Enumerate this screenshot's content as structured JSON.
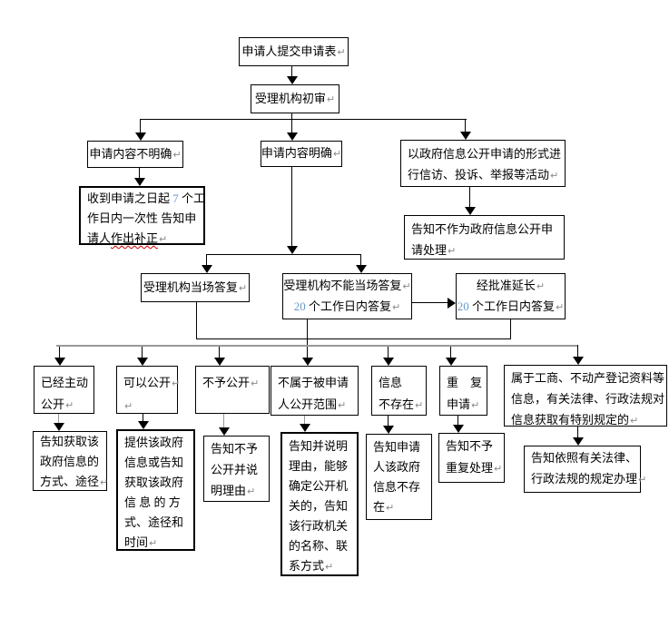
{
  "glyphs": {
    "pilcrow": "↵"
  },
  "colors": {
    "digit_blue": "#6699cc",
    "distributor_gray": "#999999",
    "wavy_red": "#cc0000",
    "pilcrow_gray": "#8a8a8a",
    "line_black": "#000000"
  },
  "nodes": {
    "submit": {
      "text": "申请人提交申请表"
    },
    "review": {
      "text": "受理机构初审"
    },
    "unclear": {
      "text": "申请内容不明确"
    },
    "clear": {
      "text": "申请内容明确"
    },
    "petition": {
      "text": "以政府信息公开申请的形式进\n行信访、投诉、举报等活动"
    },
    "supplement": {
      "pre": "收到申请之日起 ",
      "num": "7",
      "mid": " 个工\n作日内一次性 告知申\n请人",
      "tail": "作出补正"
    },
    "not_as_request": {
      "text": "告知不作为政府信息公开申\n请处理"
    },
    "onspot": {
      "text": "受理机构当场答复"
    },
    "within20": {
      "line1": "受理机构不能当场答复",
      "num": "20",
      "line2": " 个工作日内答复"
    },
    "extend20": {
      "line1": "经批准延长",
      "num": "20",
      "line2": " 个工作日内答复"
    },
    "already_public": {
      "text": "已经主动\n公开"
    },
    "can_public": {
      "text": "可以公开"
    },
    "no_public": {
      "text": "不予公开"
    },
    "not_in_scope": {
      "text": "不属于被申请\n人公开范围"
    },
    "not_exist": {
      "text": "信息\n不存在"
    },
    "repeated": {
      "text": "重　复\n申请"
    },
    "special_rule": {
      "text": "属于工商、不动产登记资料等\n信息，有关法律、行政法规对\n信息获取有特别规定的"
    },
    "tell_way": {
      "text": "告知获取该\n政府信息的\n方式、途径"
    },
    "provide": {
      "text": "提供该政府\n信息或告知\n获取该政府\n信 息 的 方\n式、途径和\n时间"
    },
    "tell_refusal": {
      "text": "告知不予\n公开并说\n明理由"
    },
    "tell_authority": {
      "text": "告知并说明\n理由，能够\n确定公开机\n关的，告知\n该行政机关\n的名称、联\n系方式"
    },
    "tell_not_exist": {
      "text": "告知申请\n人该政府\n信息不存\n在"
    },
    "no_repeat": {
      "text": "告知不予\n重复处理"
    },
    "follow_law": {
      "text": "告知依照有关法律、\n行政法规的规定办理"
    }
  }
}
